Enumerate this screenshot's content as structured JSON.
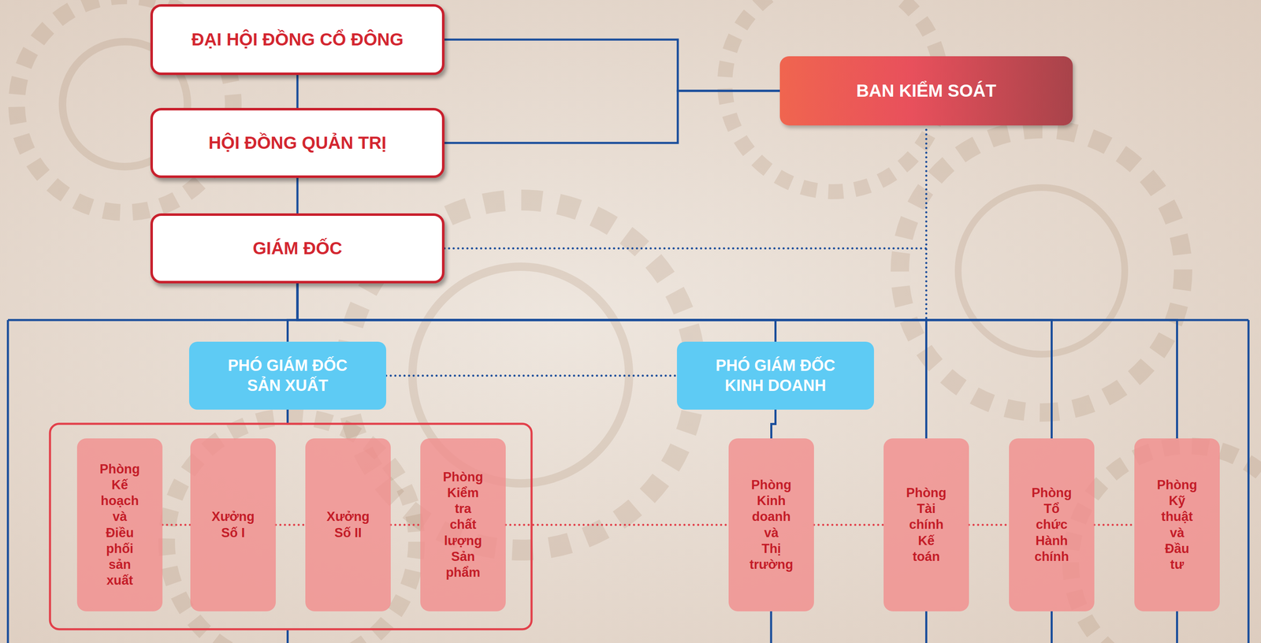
{
  "diagram": {
    "nodes": [
      {
        "text": [
          "ĐẠI HỘI ĐỒNG CỔ ĐÔNG"
        ]
      },
      {
        "text": [
          "HỘI ĐỒNG QUẢN TRỊ"
        ]
      },
      {
        "text": [
          "GIÁM ĐỐC"
        ]
      },
      {
        "text": [
          "BAN KIỂM SOÁT"
        ]
      },
      {
        "text": [
          "PHÓ GIÁM ĐỐC SẢN XUẤT"
        ]
      },
      {
        "text": [
          "PHÓ GIÁM ĐỐC KINH DOANH"
        ]
      },
      {
        "text": [
          "Phòng Kế hoạch và Điều phối sản xuất"
        ]
      },
      {
        "text": [
          "Xưởng Số I"
        ]
      },
      {
        "text": [
          "Xưởng Số II"
        ]
      },
      {
        "text": [
          "Phòng Kiểm tra chất lượng Sản phẩm"
        ]
      },
      {
        "text": [
          "Phòng Kinh doanh và Thị trường"
        ]
      },
      {
        "text": [
          "Phòng Tài chính Kế toán"
        ]
      },
      {
        "text": [
          "Phòng Tổ chức Hành chính"
        ]
      },
      {
        "text": [
          "Phòng Kỹ thuật và Đầu tư"
        ]
      }
    ],
    "edges": [
      {
        "from": 0,
        "to": 1,
        "arrow": "none"
      },
      {
        "from": 1,
        "to": 2,
        "arrow": "none"
      },
      {
        "from": 0,
        "to": 3,
        "arrow": "none"
      },
      {
        "from": 1,
        "to": 3,
        "arrow": "none"
      },
      {
        "from": 2,
        "to": 3,
        "arrow": "none"
      },
      {
        "from": 2,
        "to": 4,
        "arrow": "none"
      },
      {
        "from": 2,
        "to": 5,
        "arrow": "none"
      },
      {
        "from": 2,
        "to": 11,
        "arrow": "none"
      },
      {
        "from": 2,
        "to": 12,
        "arrow": "none"
      },
      {
        "from": 2,
        "to": 13,
        "arrow": "none"
      },
      {
        "from": 4,
        "to": 5,
        "arrow": "none"
      },
      {
        "from": 5,
        "to": 10,
        "arrow": "none"
      },
      {
        "from": 6,
        "to": 7,
        "arrow": "none"
      },
      {
        "from": 7,
        "to": 8,
        "arrow": "none"
      },
      {
        "from": 8,
        "to": 9,
        "arrow": "none"
      },
      {
        "from": 9,
        "to": 10,
        "arrow": "none"
      },
      {
        "from": 10,
        "to": 11,
        "arrow": "none"
      },
      {
        "from": 11,
        "to": 12,
        "arrow": "none"
      },
      {
        "from": 12,
        "to": 13,
        "arrow": "none"
      }
    ]
  }
}
